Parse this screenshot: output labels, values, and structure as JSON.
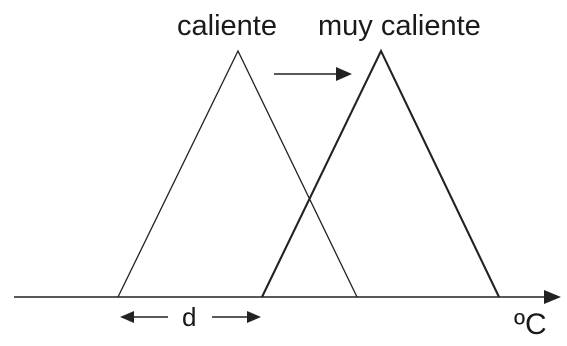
{
  "labels": {
    "hot": "caliente",
    "very_hot": "muy caliente",
    "distance": "d",
    "unit": "ºC"
  },
  "colors": {
    "line": "#222222",
    "text": "#1a1a1a",
    "background": "#ffffff"
  }
}
